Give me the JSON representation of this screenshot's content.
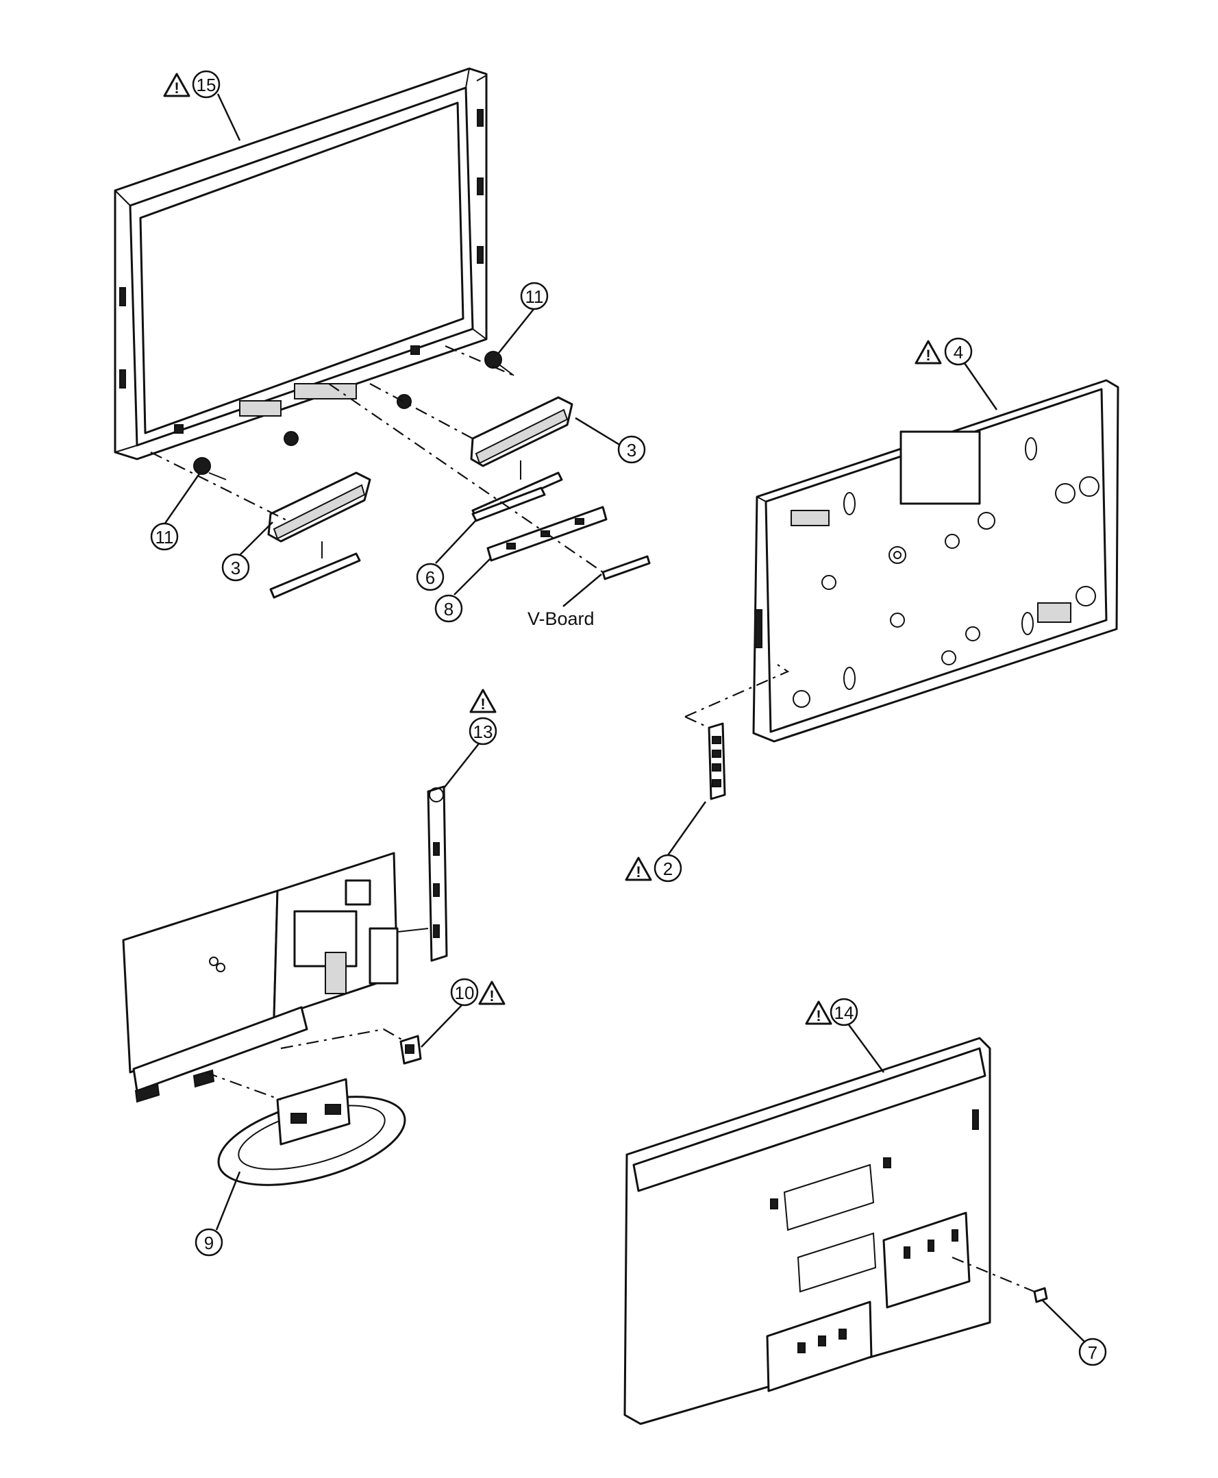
{
  "callouts": {
    "c15": "15",
    "c11a": "11",
    "c11b": "11",
    "c3a": "3",
    "c3b": "3",
    "c6": "6",
    "c8": "8",
    "c4": "4",
    "c2": "2",
    "c13": "13",
    "c10": "10",
    "c9": "9",
    "c14": "14",
    "c7": "7"
  },
  "labels": {
    "v_board": "V-Board"
  },
  "warning_symbol": "!"
}
